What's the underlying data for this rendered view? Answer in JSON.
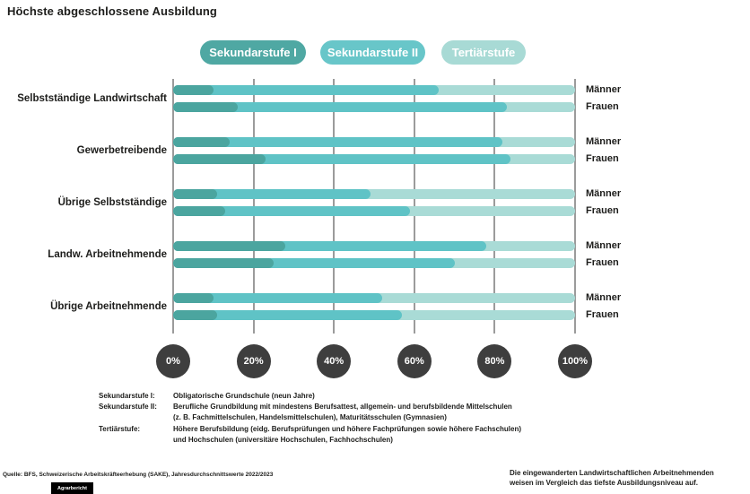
{
  "title": "Höchste abgeschlossene Ausbildung",
  "legend": {
    "items": [
      {
        "label": "Sekundarstufe I",
        "color": "#4FA8A3"
      },
      {
        "label": "Sekundarstufe II",
        "color": "#68C6C9"
      },
      {
        "label": "Tertiärstufe",
        "color": "#A8DAD5"
      }
    ]
  },
  "chart_data": {
    "type": "bar",
    "stacked": true,
    "orientation": "horizontal",
    "unit": "percent",
    "xlim": [
      0,
      100
    ],
    "x_ticks": [
      "0%",
      "20%",
      "40%",
      "60%",
      "80%",
      "100%"
    ],
    "grid": true,
    "series_names": [
      "Sekundarstufe I",
      "Sekundarstufe II",
      "Tertiärstufe"
    ],
    "series_colors": [
      "#4BA59F",
      "#5FC3C6",
      "#A9DBD6"
    ],
    "bar_labels": [
      "Männer",
      "Frauen"
    ],
    "groups": [
      {
        "category": "Selbstständige Landwirtschaft",
        "bars": [
          {
            "label": "Männer",
            "values": [
              10,
              56,
              34
            ]
          },
          {
            "label": "Frauen",
            "values": [
              16,
              67,
              17
            ]
          }
        ]
      },
      {
        "category": "Gewerbetreibende",
        "bars": [
          {
            "label": "Männer",
            "values": [
              14,
              68,
              18
            ]
          },
          {
            "label": "Frauen",
            "values": [
              23,
              61,
              16
            ]
          }
        ]
      },
      {
        "category": "Übrige Selbstständige",
        "bars": [
          {
            "label": "Männer",
            "values": [
              11,
              38,
              51
            ]
          },
          {
            "label": "Frauen",
            "values": [
              13,
              46,
              41
            ]
          }
        ]
      },
      {
        "category": "Landw. Arbeitnehmende",
        "bars": [
          {
            "label": "Männer",
            "values": [
              28,
              50,
              22
            ]
          },
          {
            "label": "Frauen",
            "values": [
              25,
              45,
              30
            ]
          }
        ]
      },
      {
        "category": "Übrige Arbeitnehmende",
        "bars": [
          {
            "label": "Männer",
            "values": [
              10,
              42,
              48
            ]
          },
          {
            "label": "Frauen",
            "values": [
              11,
              46,
              43
            ]
          }
        ]
      }
    ]
  },
  "footnotes": [
    {
      "term": "Sekundarstufe I:",
      "lines": [
        "Obligatorische Grundschule (neun Jahre)"
      ]
    },
    {
      "term": "Sekundarstufe II:",
      "lines": [
        "Berufliche Grundbildung mit mindestens Berufsattest, allgemein- und berufsbildende Mittelschulen",
        "(z. B. Fachmittelschulen, Handelsmittelschulen), Maturitätsschulen (Gymnasien)"
      ]
    },
    {
      "term": "Tertiärstufe:",
      "lines": [
        "Höhere Berufsbildung (eidg. Berufsprüfungen und höhere Fachprüfungen sowie höhere Fachschulen)",
        "und Hochschulen (universitäre Hochschulen, Fachhochschulen)"
      ]
    }
  ],
  "footer": {
    "source": "Quelle: BFS, Schweizerische Arbeitskräfteerhebung (SAKE), Jahresdurchschnittswerte 2022/2023",
    "logo": "Agrarbericht",
    "callout_lines": [
      "Die eingewanderten Landwirtschaftlichen Arbeitnehmenden",
      "weisen im Vergleich das tiefste Ausbildungsniveau auf."
    ]
  },
  "colors": {
    "grid": "#9B9B9B",
    "tick_circle": "#3E3E3E",
    "text": "#1D1D1B"
  }
}
